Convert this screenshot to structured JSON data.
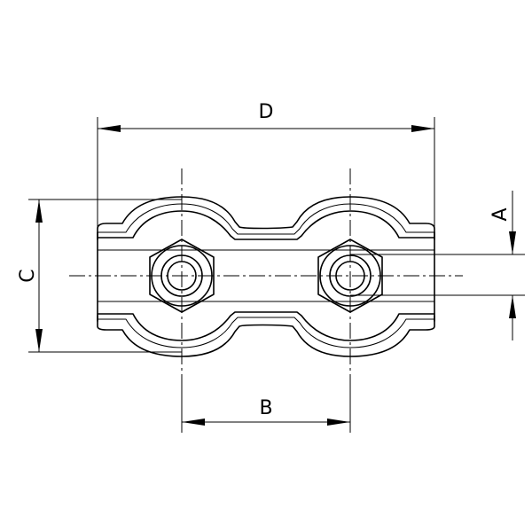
{
  "dimensions": {
    "D": "D",
    "C": "C",
    "B": "B",
    "A": "A"
  },
  "colors": {
    "line": "#000000",
    "background": "#ffffff"
  }
}
